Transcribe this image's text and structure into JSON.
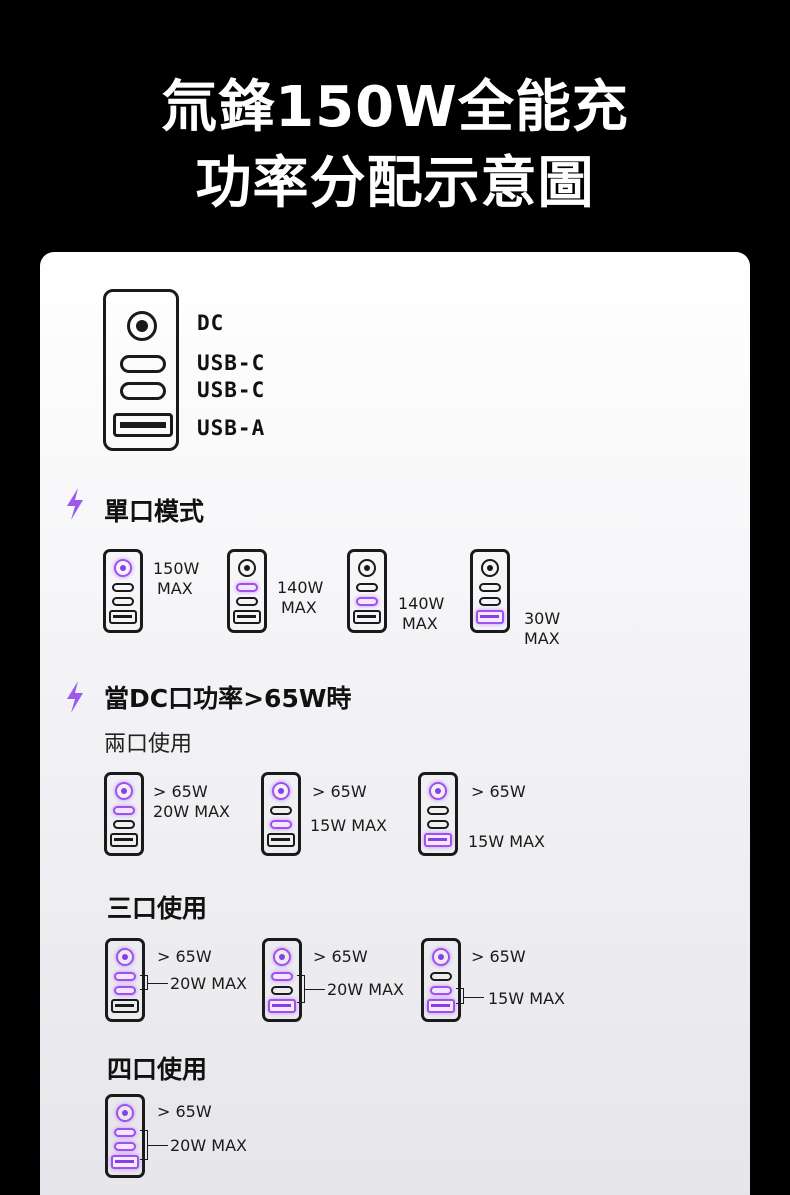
{
  "hero": {
    "line1": "氚鋒150W全能充",
    "line2": "功率分配示意圖"
  },
  "legend": {
    "dc": "DC",
    "usbc1": "USB-C",
    "usbc2": "USB-C",
    "usba": "USB-A"
  },
  "single": {
    "title": "單口模式",
    "items": [
      {
        "w": "150W",
        "max": "MAX"
      },
      {
        "w": "140W",
        "max": "MAX"
      },
      {
        "w": "140W",
        "max": "MAX"
      },
      {
        "w": "30W",
        "max": "MAX"
      }
    ]
  },
  "dc_high": {
    "title": "當DC口功率>65W時",
    "two": {
      "title": "兩口使用",
      "items": [
        {
          "top": "> 65W",
          "bottom": "20W MAX"
        },
        {
          "top": "> 65W",
          "bottom": "15W MAX"
        },
        {
          "top": "> 65W",
          "bottom": "15W MAX"
        }
      ]
    },
    "three": {
      "title": "三口使用",
      "items": [
        {
          "top": "> 65W",
          "bottom": "20W MAX"
        },
        {
          "top": "> 65W",
          "bottom": "20W MAX"
        },
        {
          "top": "> 65W",
          "bottom": "15W MAX"
        }
      ]
    },
    "four": {
      "title": "四口使用",
      "items": [
        {
          "top": "> 65W",
          "bottom": "20W MAX"
        }
      ]
    }
  },
  "colors": {
    "accent": "#a050f0",
    "bolt": "#9b59f0",
    "background": "#000000"
  },
  "icons": {
    "bolt": "lightning-bolt-icon",
    "dc": "dc-port-icon",
    "usbc": "usb-c-port-icon",
    "usba": "usb-a-port-icon"
  }
}
